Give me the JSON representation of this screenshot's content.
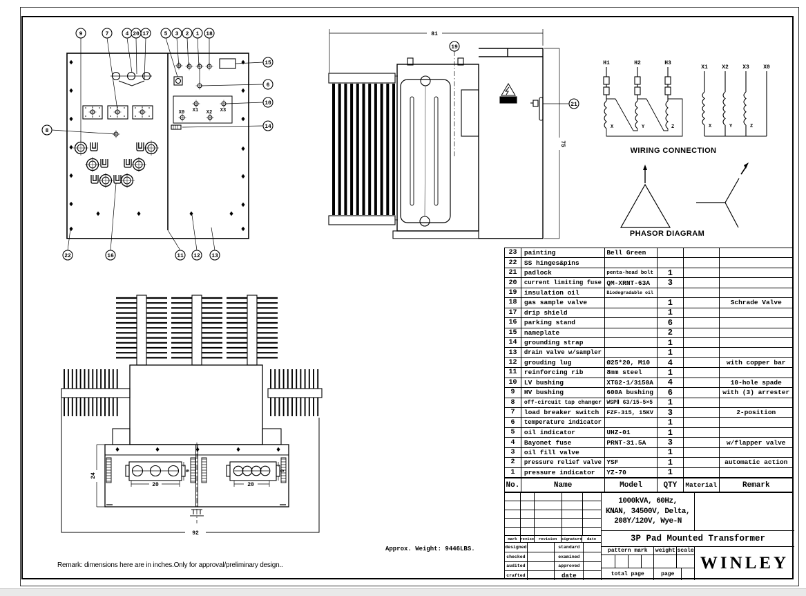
{
  "front_view": {
    "balloons_top": [
      "9",
      "7",
      "4",
      "20",
      "17",
      "5",
      "3",
      "2",
      "1",
      "18"
    ],
    "balloons_right": [
      "15",
      "6",
      "10",
      "14"
    ],
    "balloons_left": [
      "8"
    ],
    "balloons_bottom": [
      "22",
      "16",
      "11",
      "12",
      "13"
    ],
    "lv_terminals": [
      "X0",
      "X1",
      "X2",
      "X3"
    ]
  },
  "side_view": {
    "balloons": [
      "19",
      "21"
    ],
    "dim_width": "81",
    "dim_height": "75"
  },
  "top_view": {
    "dim_depth": "24",
    "dim_overall": "92",
    "dim_hv": "20",
    "dim_lv": "20",
    "dim_hv_side": "6",
    "dim_lv_side": "6"
  },
  "wiring": {
    "title": "WIRING CONNECTION",
    "hv_terminals": [
      "H1",
      "H2",
      "H3"
    ],
    "hv_coils": [
      "X",
      "Y",
      "Z"
    ],
    "lv_terminals": [
      "X1",
      "X2",
      "X3",
      "X0"
    ],
    "lv_coils": [
      "X",
      "Y",
      "Z"
    ]
  },
  "phasor": {
    "title": "PHASOR DIAGRAM"
  },
  "notes": {
    "remark": "Remark: dimensions here are in inches.Only for approval/preliminary design..",
    "approx_weight": "Approx. Weight: 9446LBS."
  },
  "parts_table": {
    "headers": {
      "no": "No.",
      "name": "Name",
      "model": "Model",
      "qty": "QTY",
      "material": "Material",
      "remark": "Remark"
    },
    "rows": [
      {
        "no": "23",
        "name": "painting",
        "model": "Bell Green",
        "qty": "",
        "material": "",
        "remark": ""
      },
      {
        "no": "22",
        "name": "SS hinges&pins",
        "model": "",
        "qty": "",
        "material": "",
        "remark": ""
      },
      {
        "no": "21",
        "name": "padlock",
        "model": "penta-head bolt",
        "qty": "1",
        "material": "",
        "remark": ""
      },
      {
        "no": "20",
        "name": "current limiting fuse",
        "model": "QM-XRNT-63A",
        "qty": "3",
        "material": "",
        "remark": ""
      },
      {
        "no": "19",
        "name": "insulation oil",
        "model": "Biodegradable oil",
        "qty": "",
        "material": "",
        "remark": ""
      },
      {
        "no": "18",
        "name": "gas sample valve",
        "model": "",
        "qty": "1",
        "material": "",
        "remark": "Schrade Valve"
      },
      {
        "no": "17",
        "name": "drip shield",
        "model": "",
        "qty": "1",
        "material": "",
        "remark": ""
      },
      {
        "no": "16",
        "name": "parking stand",
        "model": "",
        "qty": "6",
        "material": "",
        "remark": ""
      },
      {
        "no": "15",
        "name": "nameplate",
        "model": "",
        "qty": "2",
        "material": "",
        "remark": ""
      },
      {
        "no": "14",
        "name": "grounding strap",
        "model": "",
        "qty": "1",
        "material": "",
        "remark": ""
      },
      {
        "no": "13",
        "name": "drain valve w/sampler",
        "model": "",
        "qty": "1",
        "material": "",
        "remark": ""
      },
      {
        "no": "12",
        "name": "grouding lug",
        "model": "Ø25*20, M10",
        "qty": "4",
        "material": "",
        "remark": "with copper bar"
      },
      {
        "no": "11",
        "name": "reinforcing rib",
        "model": "8mm steel",
        "qty": "1",
        "material": "",
        "remark": ""
      },
      {
        "no": "10",
        "name": "LV bushing",
        "model": "XTG2-1/3150A",
        "qty": "4",
        "material": "",
        "remark": "10-hole spade"
      },
      {
        "no": "9",
        "name": "HV bushing",
        "model": "600A bushing",
        "qty": "6",
        "material": "",
        "remark": "with (3) arrester"
      },
      {
        "no": "8",
        "name": "off-circuit tap changer",
        "model": "WSPⅡ 63/15-5×5",
        "qty": "1",
        "material": "",
        "remark": ""
      },
      {
        "no": "7",
        "name": "load breaker switch",
        "model": "FZF-315, 15KV",
        "qty": "3",
        "material": "",
        "remark": "2-position"
      },
      {
        "no": "6",
        "name": "temperature indicator",
        "model": "",
        "qty": "1",
        "material": "",
        "remark": ""
      },
      {
        "no": "5",
        "name": "oil indicator",
        "model": "UHZ-01",
        "qty": "1",
        "material": "",
        "remark": ""
      },
      {
        "no": "4",
        "name": "Bayonet fuse",
        "model": "PRNT-31.5A",
        "qty": "3",
        "material": "",
        "remark": "w/flapper valve"
      },
      {
        "no": "3",
        "name": "oil fill valve",
        "model": "",
        "qty": "1",
        "material": "",
        "remark": ""
      },
      {
        "no": "2",
        "name": "pressure relief valve",
        "model": "YSF",
        "qty": "1",
        "material": "",
        "remark": "automatic action"
      },
      {
        "no": "1",
        "name": "pressure indicator",
        "model": "YZ-70",
        "qty": "1",
        "material": "",
        "remark": ""
      }
    ]
  },
  "title_block": {
    "specs": [
      "1000kVA, 60Hz,",
      "KNAN, 34500V, Delta,",
      "208Y/120V, Wye-N"
    ],
    "product_title": "3P Pad Mounted Transformer",
    "company": "WINLEY",
    "labels": {
      "mark": "mark",
      "revise": "revise",
      "revision": "revision",
      "signature": "signature",
      "date": "date",
      "designed": "designed",
      "standard": "standard",
      "checked": "checked",
      "examined": "examined",
      "audited": "audited",
      "approved": "approved",
      "crafted": "crafted",
      "date2": "date",
      "pattern_mark": "pattern mark",
      "weight": "weight",
      "scale": "scale",
      "total_page": "total page",
      "page": "page"
    }
  }
}
